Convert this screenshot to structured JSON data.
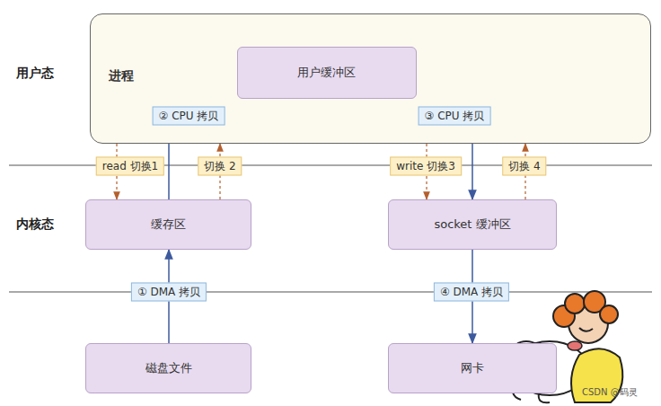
{
  "diagram": {
    "nodes": [
      {
        "text": [
          "进程"
        ]
      },
      {
        "text": [
          "用户缓冲区"
        ],
        "in": 0
      },
      {
        "text": [
          "缓存区"
        ]
      },
      {
        "text": [
          "socket 缓冲区"
        ]
      },
      {
        "text": [
          "磁盘文件"
        ]
      },
      {
        "text": [
          "网卡"
        ]
      }
    ],
    "edges": [
      {
        "from": 4,
        "to": 2,
        "arrow": "to",
        "label": "① DMA 拷贝"
      },
      {
        "from": 2,
        "to": 1,
        "arrow": "to",
        "label": "② CPU 拷贝"
      },
      {
        "from": 1,
        "to": 3,
        "arrow": "to",
        "label": "③ CPU 拷贝"
      },
      {
        "from": 3,
        "to": 5,
        "arrow": "to",
        "label": "④ DMA 拷贝"
      },
      {
        "from": 0,
        "to": 2,
        "arrow": "to",
        "label": "read 切换1"
      },
      {
        "from": 2,
        "to": 0,
        "arrow": "to",
        "label": "切换 2"
      },
      {
        "from": 0,
        "to": 3,
        "arrow": "to",
        "label": "write 切换3"
      },
      {
        "from": 3,
        "to": 0,
        "arrow": "to",
        "label": "切换 4"
      }
    ],
    "labels": [
      "用户态",
      "内核态",
      "CSDN @码灵"
    ]
  }
}
